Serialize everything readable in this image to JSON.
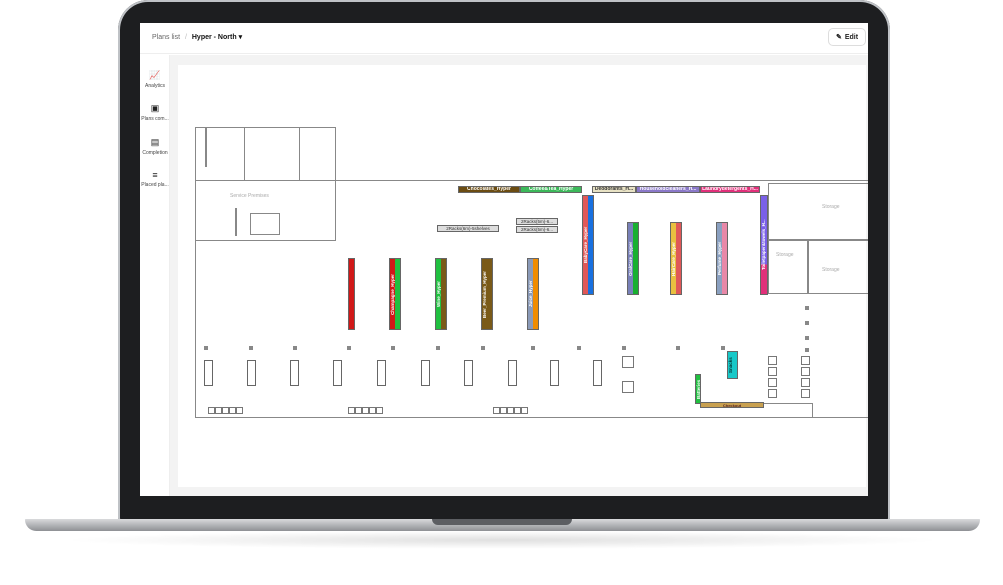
{
  "header": {
    "breadcrumb_root": "Plans list",
    "breadcrumb_sep": "/",
    "plan_name": "Hyper - North",
    "edit_label": "Edit"
  },
  "sidebar": {
    "items": [
      {
        "label": "Analytics",
        "icon": "analytics-icon"
      },
      {
        "label": "Plans com...",
        "icon": "plans-compare-icon"
      },
      {
        "label": "Completion",
        "icon": "table-icon"
      },
      {
        "label": "Placed pla...",
        "icon": "list-icon"
      }
    ]
  },
  "floorplan": {
    "rooms": {
      "service": "Service Premises",
      "storage1": "Storage",
      "storage2": "Storage",
      "storage3": "Storage"
    },
    "top_bars": [
      {
        "label": "Chocolates_Hyper",
        "color": "#6b4c12"
      },
      {
        "label": "Coffee&Tea_Hyper",
        "color": "#3cb85a"
      },
      {
        "label": "Deodorants_H...",
        "color": "#e8e2c4"
      },
      {
        "label": "Householdcleaners_H...",
        "color": "#8a78c8"
      },
      {
        "label": "Laundrydetergents_H...",
        "color": "#e0307a"
      }
    ],
    "racks": [
      "2Racks(6m)-5shelves",
      "2Racks(5m)-6...",
      "2Racks(5m)-6..."
    ],
    "shelves": [
      {
        "label": "",
        "colors": [
          "#d01818"
        ]
      },
      {
        "label": "Champagne_Hyper",
        "colors": [
          "#d01818",
          "#20c040"
        ]
      },
      {
        "label": "Wine_Hyper",
        "colors": [
          "#20c040",
          "#7a5a18"
        ]
      },
      {
        "label": "Beer_Premium_Hyper",
        "colors": [
          "#7a5a18"
        ]
      },
      {
        "label": "Juice_Hyper",
        "colors": [
          "#8a9ab8",
          "#f08c00"
        ]
      },
      {
        "label": "BabyCare_Hyper",
        "colors": [
          "#e05858",
          "#1870e0"
        ]
      },
      {
        "label": "OralCare_Hyper",
        "colors": [
          "#7880b8",
          "#18b030"
        ]
      },
      {
        "label": "HairCare_Hyper",
        "colors": [
          "#e8c040",
          "#e05858"
        ]
      },
      {
        "label": "Perfume_Hyper",
        "colors": [
          "#8aa0c0",
          "#e888a8"
        ]
      },
      {
        "label": "Toiletpaper&towels_H...",
        "colors": [
          "#e0307a",
          "#7a60e8"
        ]
      }
    ],
    "extras": [
      {
        "label": "Snacks",
        "color": "#18c8c8"
      },
      {
        "label": "Batteries",
        "color": "#20c040"
      },
      {
        "label": "Checkout",
        "color": "#c8a050"
      }
    ]
  }
}
